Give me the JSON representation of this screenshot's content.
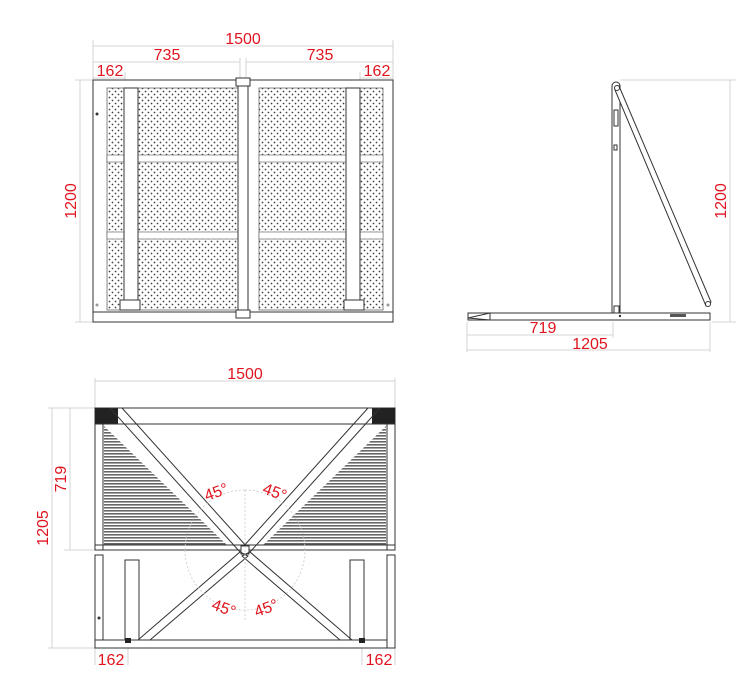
{
  "front_view": {
    "overall_width": "1500",
    "panel_width_left": "735",
    "panel_width_right": "735",
    "post_offset_left": "162",
    "post_offset_right": "162",
    "height": "1200"
  },
  "side_view": {
    "height": "1200",
    "base_to_post": "719",
    "base_length": "1205"
  },
  "top_view": {
    "overall_width": "1500",
    "platform_depth": "719",
    "overall_depth": "1205",
    "angle_top_left": "45°",
    "angle_top_right": "45°",
    "angle_bottom_left": "45°",
    "angle_bottom_right": "45°",
    "post_offset_left": "162",
    "post_offset_right": "162"
  },
  "colors": {
    "dimension_text": "#e0141e",
    "lines": "#333333",
    "dimension_lines": "#c9c9c9"
  }
}
